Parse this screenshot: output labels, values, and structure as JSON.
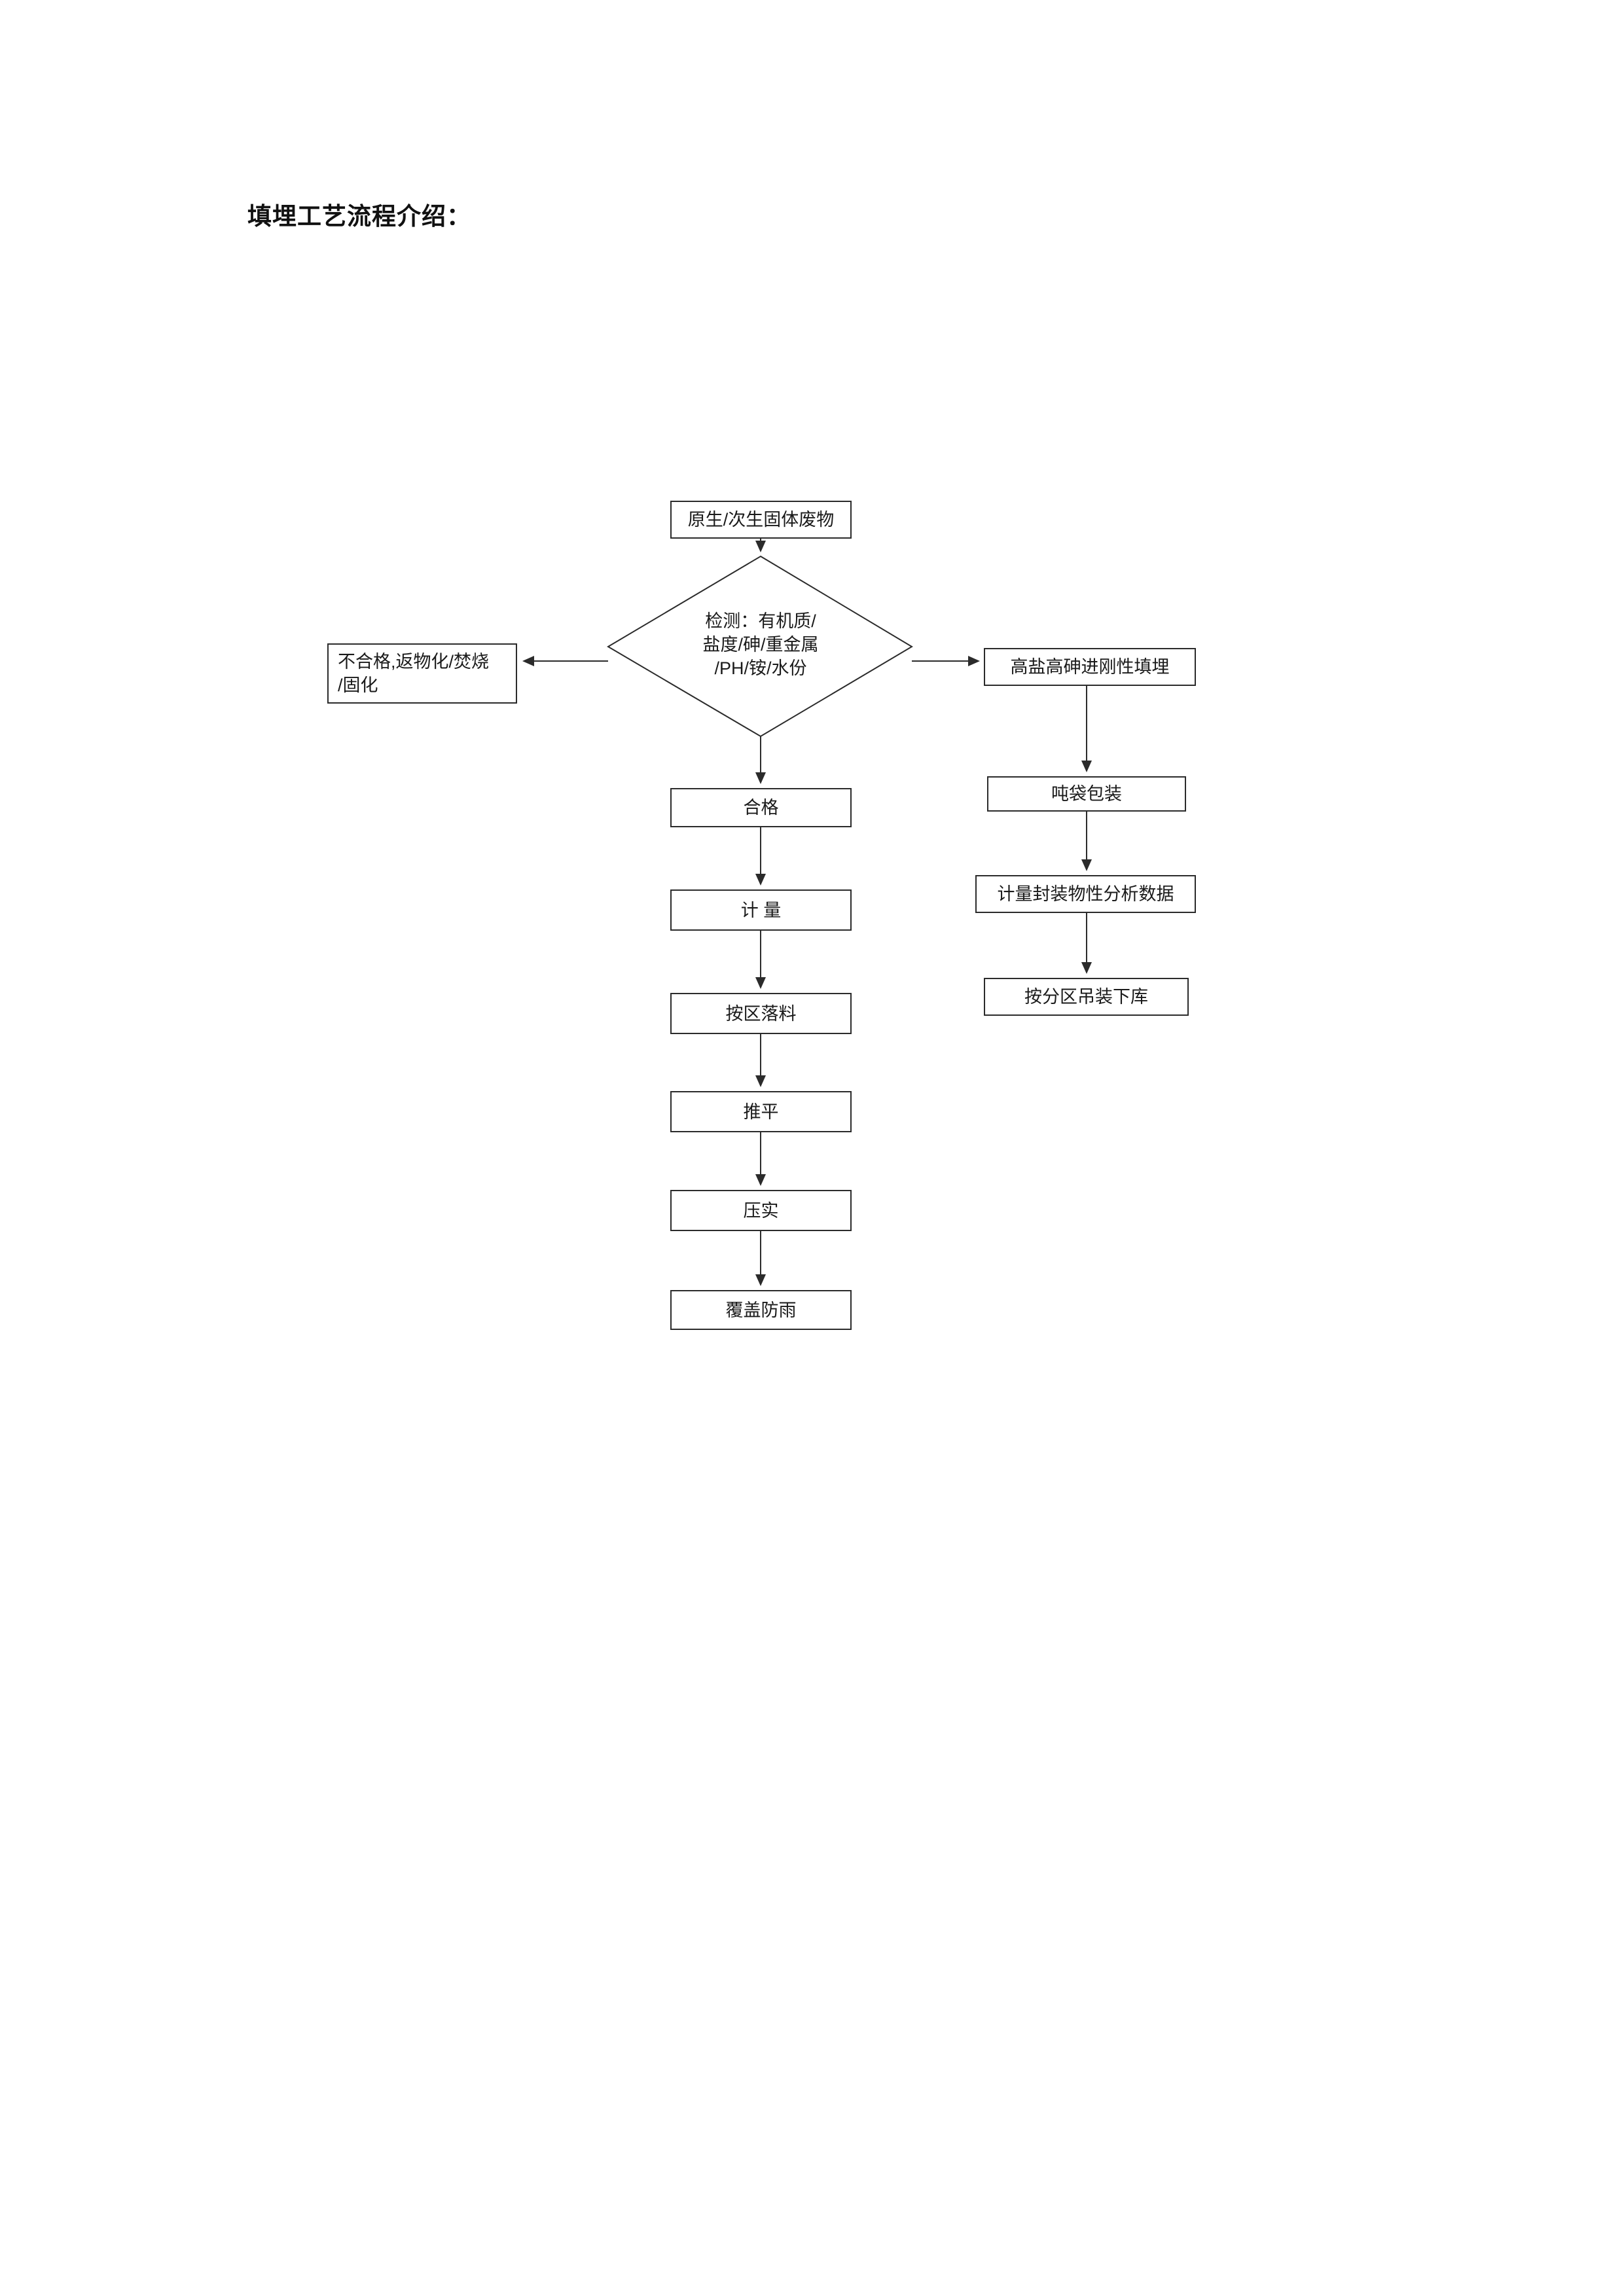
{
  "page": {
    "title": "填埋工艺流程介绍："
  },
  "flowchart": {
    "nodes": {
      "start": "原生/次生固体废物",
      "decision": "检测：有机质/\n盐度/砷/重金属\n/PH/铵/水份",
      "reject": "不合格,返物化/焚烧\n/固化",
      "rigid": "高盐高砷进刚性填埋",
      "pass": "合格",
      "weigh": "计  量",
      "drop": "按区落料",
      "level": "推平",
      "compact": "压实",
      "cover": "覆盖防雨",
      "bag": "吨袋包装",
      "record": "计量封装物性分析数据",
      "hoist": "按分区吊装下库"
    }
  }
}
